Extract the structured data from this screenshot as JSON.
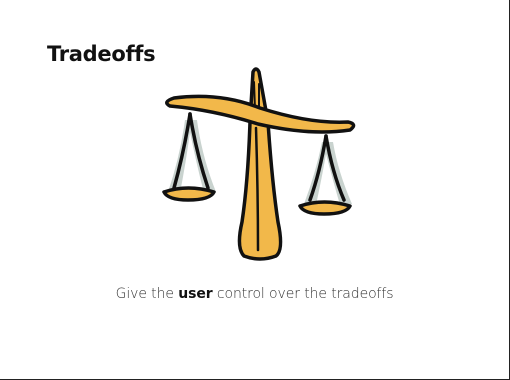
{
  "slide": {
    "title": "Tradeoffs",
    "caption": {
      "before": "Give the ",
      "emphasis": "user",
      "after": " control over the tradeoffs"
    },
    "illustration_icon": "balance-scale-icon"
  },
  "colors": {
    "accent": "#f2b84a",
    "outline": "#111111",
    "shadow": "#c9d3cf",
    "background": "#ffffff"
  }
}
